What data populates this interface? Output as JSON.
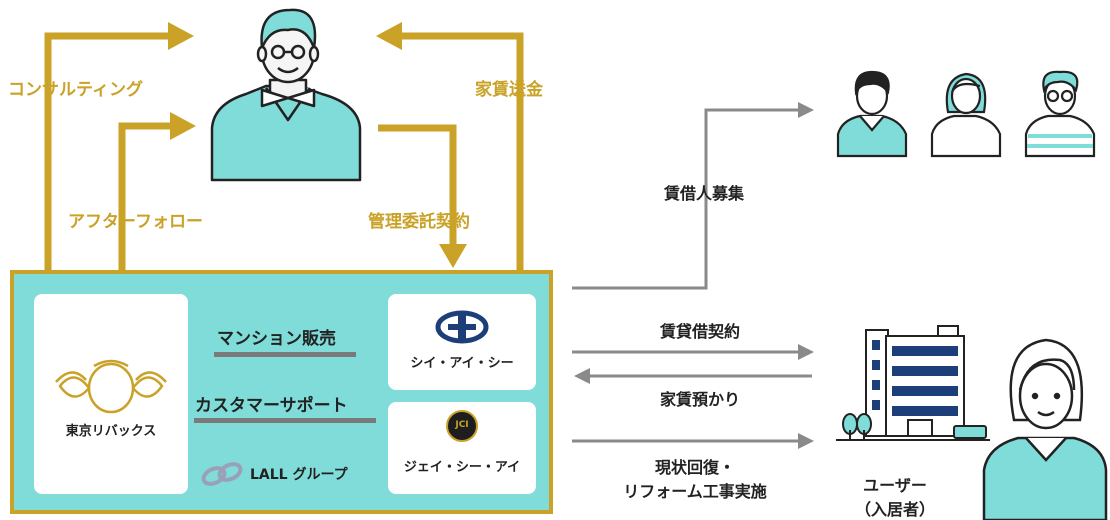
{
  "owner_flows": {
    "consulting": "コンサルティング",
    "after_follow": "アフターフォロー",
    "rent_remittance": "家賃送金",
    "management_contract": "管理委託契約"
  },
  "company_group": {
    "tokyo_rebucks": "東京リバックス",
    "mansion_sales": "マンション販売",
    "customer_support": "カスタマーサポート",
    "lall_group": "LALL グループ",
    "cic": "シイ・アイ・シー",
    "jci": "ジェイ・シー・アイ",
    "jci_logo_text": "JCI"
  },
  "tenant_flows": {
    "recruitment": "賃借人募集",
    "lease_contract": "賃貸借契約",
    "rent_deposit": "家賃預かり",
    "restoration_line1": "現状回復・",
    "restoration_line2": "リフォーム工事実施"
  },
  "user": {
    "label_line1": "ユーザー",
    "label_line2": "（入居者）"
  },
  "colors": {
    "gold": "#c9a227",
    "teal": "#7fdcd9",
    "gray_arrow": "#8a8a8a",
    "navy": "#1c3f7a"
  }
}
